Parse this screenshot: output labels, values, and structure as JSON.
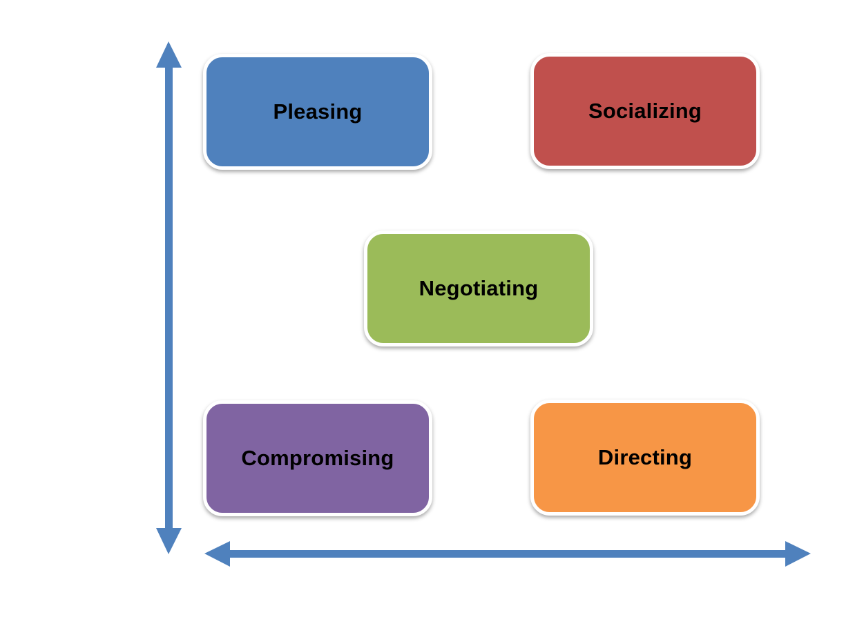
{
  "diagram": {
    "boxes": [
      {
        "id": "pleasing",
        "label": "Pleasing",
        "color": "#4F81BD"
      },
      {
        "id": "socializing",
        "label": "Socializing",
        "color": "#C0504D"
      },
      {
        "id": "negotiating",
        "label": "Negotiating",
        "color": "#9BBB59"
      },
      {
        "id": "compromising",
        "label": "Compromising",
        "color": "#8064A2"
      },
      {
        "id": "directing",
        "label": "Directing",
        "color": "#F79646"
      }
    ],
    "arrow_color": "#4F81BD"
  }
}
